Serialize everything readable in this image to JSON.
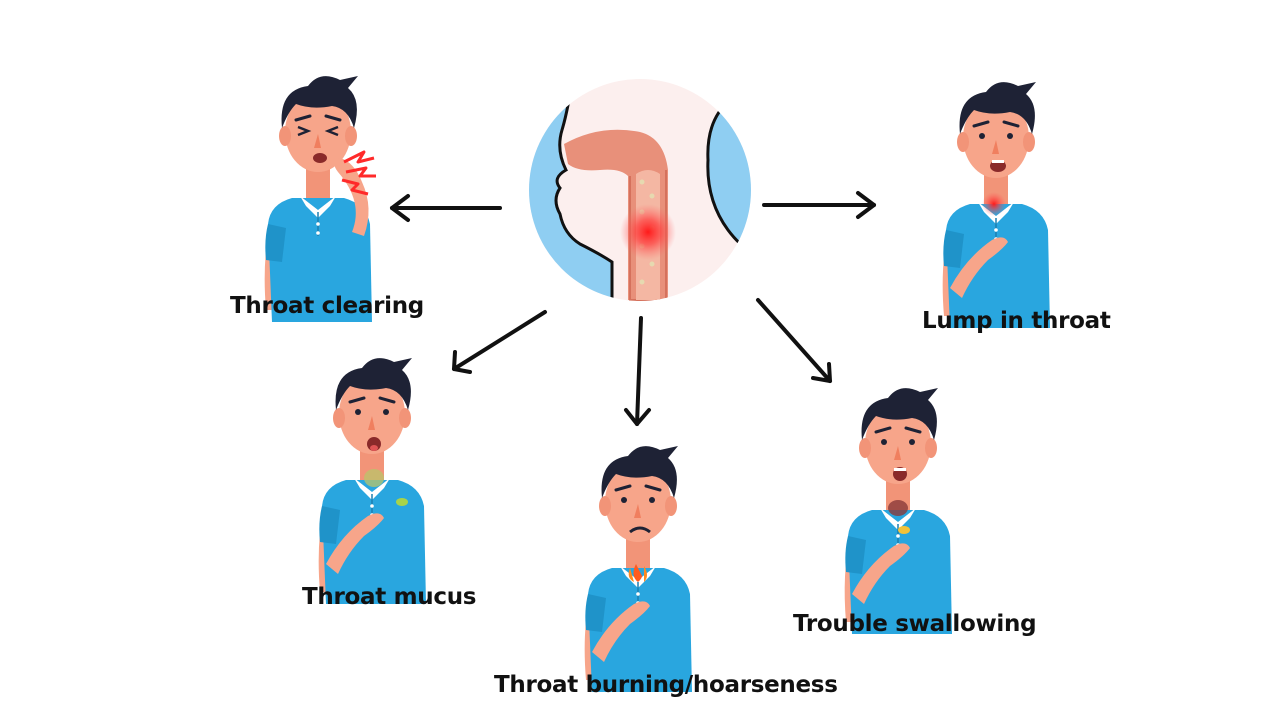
{
  "colors": {
    "shirt": "#29a6df",
    "skin": "#f7a58a",
    "hair": "#1e2235",
    "arrow": "#111111",
    "throat_tube": "#e8907a",
    "inflammation": "#ff2a2a",
    "circle_bg": "#fcefee",
    "airway_blue": "#8fcef2"
  },
  "center": {
    "icon": "throat-anatomy-icon"
  },
  "symptoms": [
    {
      "id": "clearing",
      "label": "Throat clearing",
      "icon": "man-coughing-icon"
    },
    {
      "id": "lump",
      "label": "Lump in throat",
      "icon": "man-throat-lump-icon"
    },
    {
      "id": "mucus",
      "label": "Throat mucus",
      "icon": "man-throat-mucus-icon"
    },
    {
      "id": "burning",
      "label": "Throat burning/hoarseness",
      "icon": "man-throat-burning-icon"
    },
    {
      "id": "swallowing",
      "label": "Trouble swallowing",
      "icon": "man-swallowing-icon"
    }
  ]
}
